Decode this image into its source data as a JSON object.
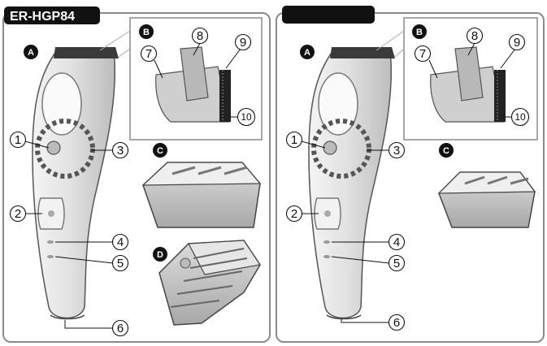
{
  "left_panel": {
    "model_label": "ER-HGP84",
    "letters": {
      "a": "A",
      "b": "B",
      "c": "C",
      "d": "D"
    },
    "callouts": [
      "1",
      "2",
      "3",
      "4",
      "5",
      "6",
      "7",
      "8",
      "9",
      "10"
    ]
  },
  "right_panel": {
    "model_label": "",
    "letters": {
      "a": "A",
      "b": "B",
      "c": "C"
    },
    "callouts": [
      "1",
      "2",
      "3",
      "4",
      "5",
      "6",
      "7",
      "8",
      "9",
      "10"
    ]
  }
}
